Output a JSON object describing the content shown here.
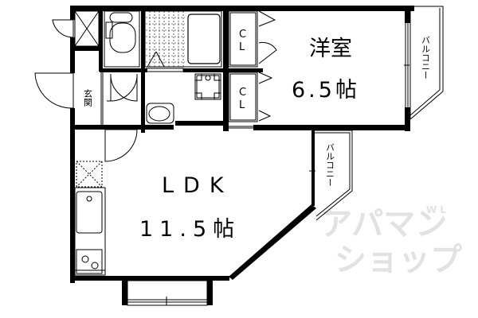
{
  "floorplan": {
    "rooms": {
      "western_room": {
        "name": "洋室",
        "size": "6.5帖"
      },
      "ldk": {
        "name": "LDK",
        "size": "11.5帖"
      },
      "entrance": {
        "name": "玄関"
      },
      "closet_1": {
        "label_line1": "C",
        "label_line2": "L"
      },
      "closet_2": {
        "label_line1": "C",
        "label_line2": "L"
      },
      "balcony_1": {
        "name": "バルコニー"
      },
      "balcony_2": {
        "name": "バルコニー"
      }
    },
    "watermark": {
      "line1": "アパマン",
      "line2": "ショップ",
      "small": "W L"
    }
  }
}
